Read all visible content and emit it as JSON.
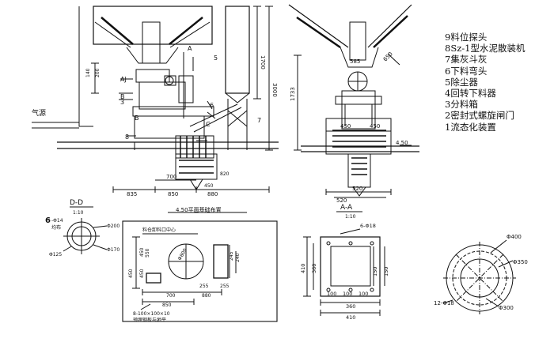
{
  "legend": [
    "9料位探头",
    "8Sz-1型水泥散装机",
    "7集灰斗灰",
    "6下料弯头",
    "5除尘器",
    "4回转下料器",
    "3分料箱",
    "2密封式螺旋闸门",
    "1流态化装置"
  ],
  "front_view": {
    "gas_source": "气源",
    "part_labels": [
      "A",
      "AJ",
      "B",
      "B",
      "3",
      "5",
      "6",
      "7",
      "8",
      "C"
    ],
    "dims": {
      "d140": "140",
      "d200": "200",
      "d1700": "1700",
      "d3000": "3000",
      "d700": "700",
      "d835": "835",
      "d850": "850",
      "d880": "880",
      "d450": "450",
      "d820": "820"
    }
  },
  "side_view": {
    "dims": {
      "d585": "585",
      "d650": "650",
      "d1733": "1733",
      "d450a": "450",
      "d450b": "450",
      "d4_50": "4.50",
      "d520a": "520",
      "d520b": "520"
    }
  },
  "dd_view": {
    "title": "D-D",
    "scale": "1:10",
    "num6": "6",
    "d_phi14": "-Φ14",
    "uniform": "均布",
    "phi200": "Φ200",
    "phi170": "Φ170",
    "phi125": "Φ125"
  },
  "foundation": {
    "title": "4.50平面基础布置",
    "hopper_label": "料仓卸料口中心",
    "dims": {
      "d450": "450",
      "d450b": "450",
      "d550": "550",
      "d450c": "450",
      "d700": "700",
      "d850": "850",
      "d880": "880",
      "d255a": "255",
      "d255b": "255",
      "d245": "245",
      "d240": "240",
      "phi800": "Φ800"
    },
    "embed_note": "8-100×100×10",
    "embed_label": "预埋钢板与地平"
  },
  "aa_view": {
    "title": "A-A",
    "scale": "1:10",
    "holes": "6-Φ18",
    "dims": {
      "d410": "410",
      "d360": "360",
      "d150a": "150",
      "d150b": "150",
      "d100a": "100",
      "d100b": "100",
      "d100c": "100",
      "d360b": "360",
      "d410b": "410"
    }
  },
  "flange": {
    "phi400": "Φ400",
    "phi350": "Φ350",
    "phi300": "Φ300",
    "bolts": "12-Φ18"
  }
}
